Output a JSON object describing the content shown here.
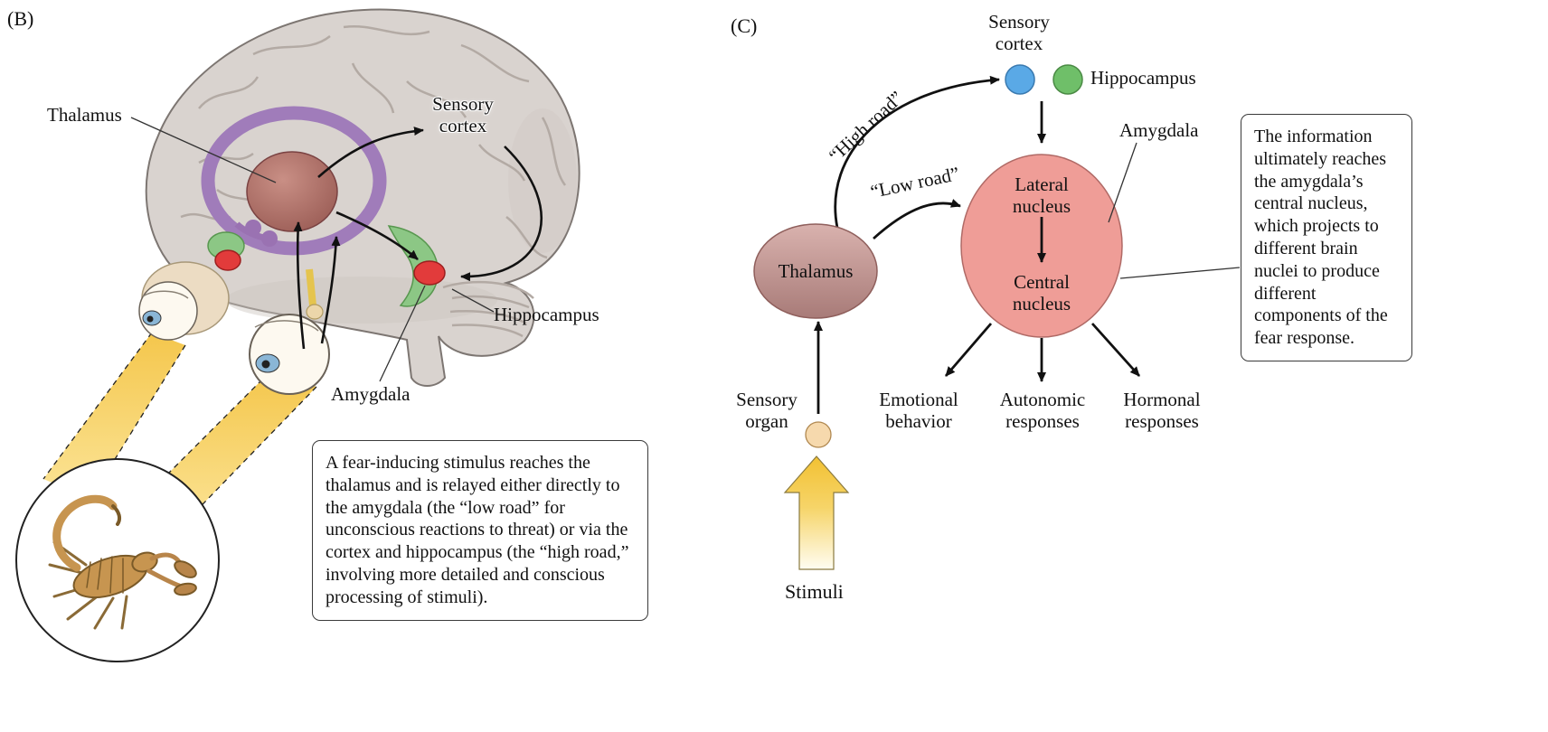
{
  "figure": {
    "panel_b_tag": "(B)",
    "panel_c_tag": "(C)"
  },
  "panel_b": {
    "labels": {
      "thalamus": "Thalamus",
      "sensory_cortex": "Sensory cortex",
      "hippocampus": "Hippocampus",
      "amygdala": "Amygdala"
    },
    "caption": "A fear-inducing stimulus reaches the thalamus and is relayed either directly to the amygdala (the “low road” for unconscious reactions to threat) or via the cortex and hippocampus (the “high road,” involving more detailed and conscious processing of stimuli)."
  },
  "panel_c": {
    "nodes": {
      "sensory_cortex": "Sensory cortex",
      "hippocampus": "Hippocampus",
      "amygdala": "Amygdala",
      "lateral_nucleus": "Lateral nucleus",
      "central_nucleus": "Central nucleus",
      "thalamus": "Thalamus",
      "sensory_organ": "Sensory organ",
      "stimuli": "Stimuli"
    },
    "paths": {
      "high_road": "“High road”",
      "low_road": "“Low road”"
    },
    "outputs": {
      "emotional_behavior": "Emotional behavior",
      "autonomic_responses": "Autonomic responses",
      "hormonal_responses": "Hormonal responses"
    },
    "callout": "The information ultimately reaches the amygdala’s central nucleus, which projects to different brain nuclei to produce different components of the fear response.",
    "colors": {
      "sensory_cortex_node": "#5aa9e6",
      "hippocampus_node": "#6fbf69",
      "amygdala_fill": "#ef9d97",
      "thalamus_fill": "#c59a98",
      "sensory_organ_fill": "#f6d9ad",
      "stimulus_arrow": "#f2c133"
    }
  }
}
